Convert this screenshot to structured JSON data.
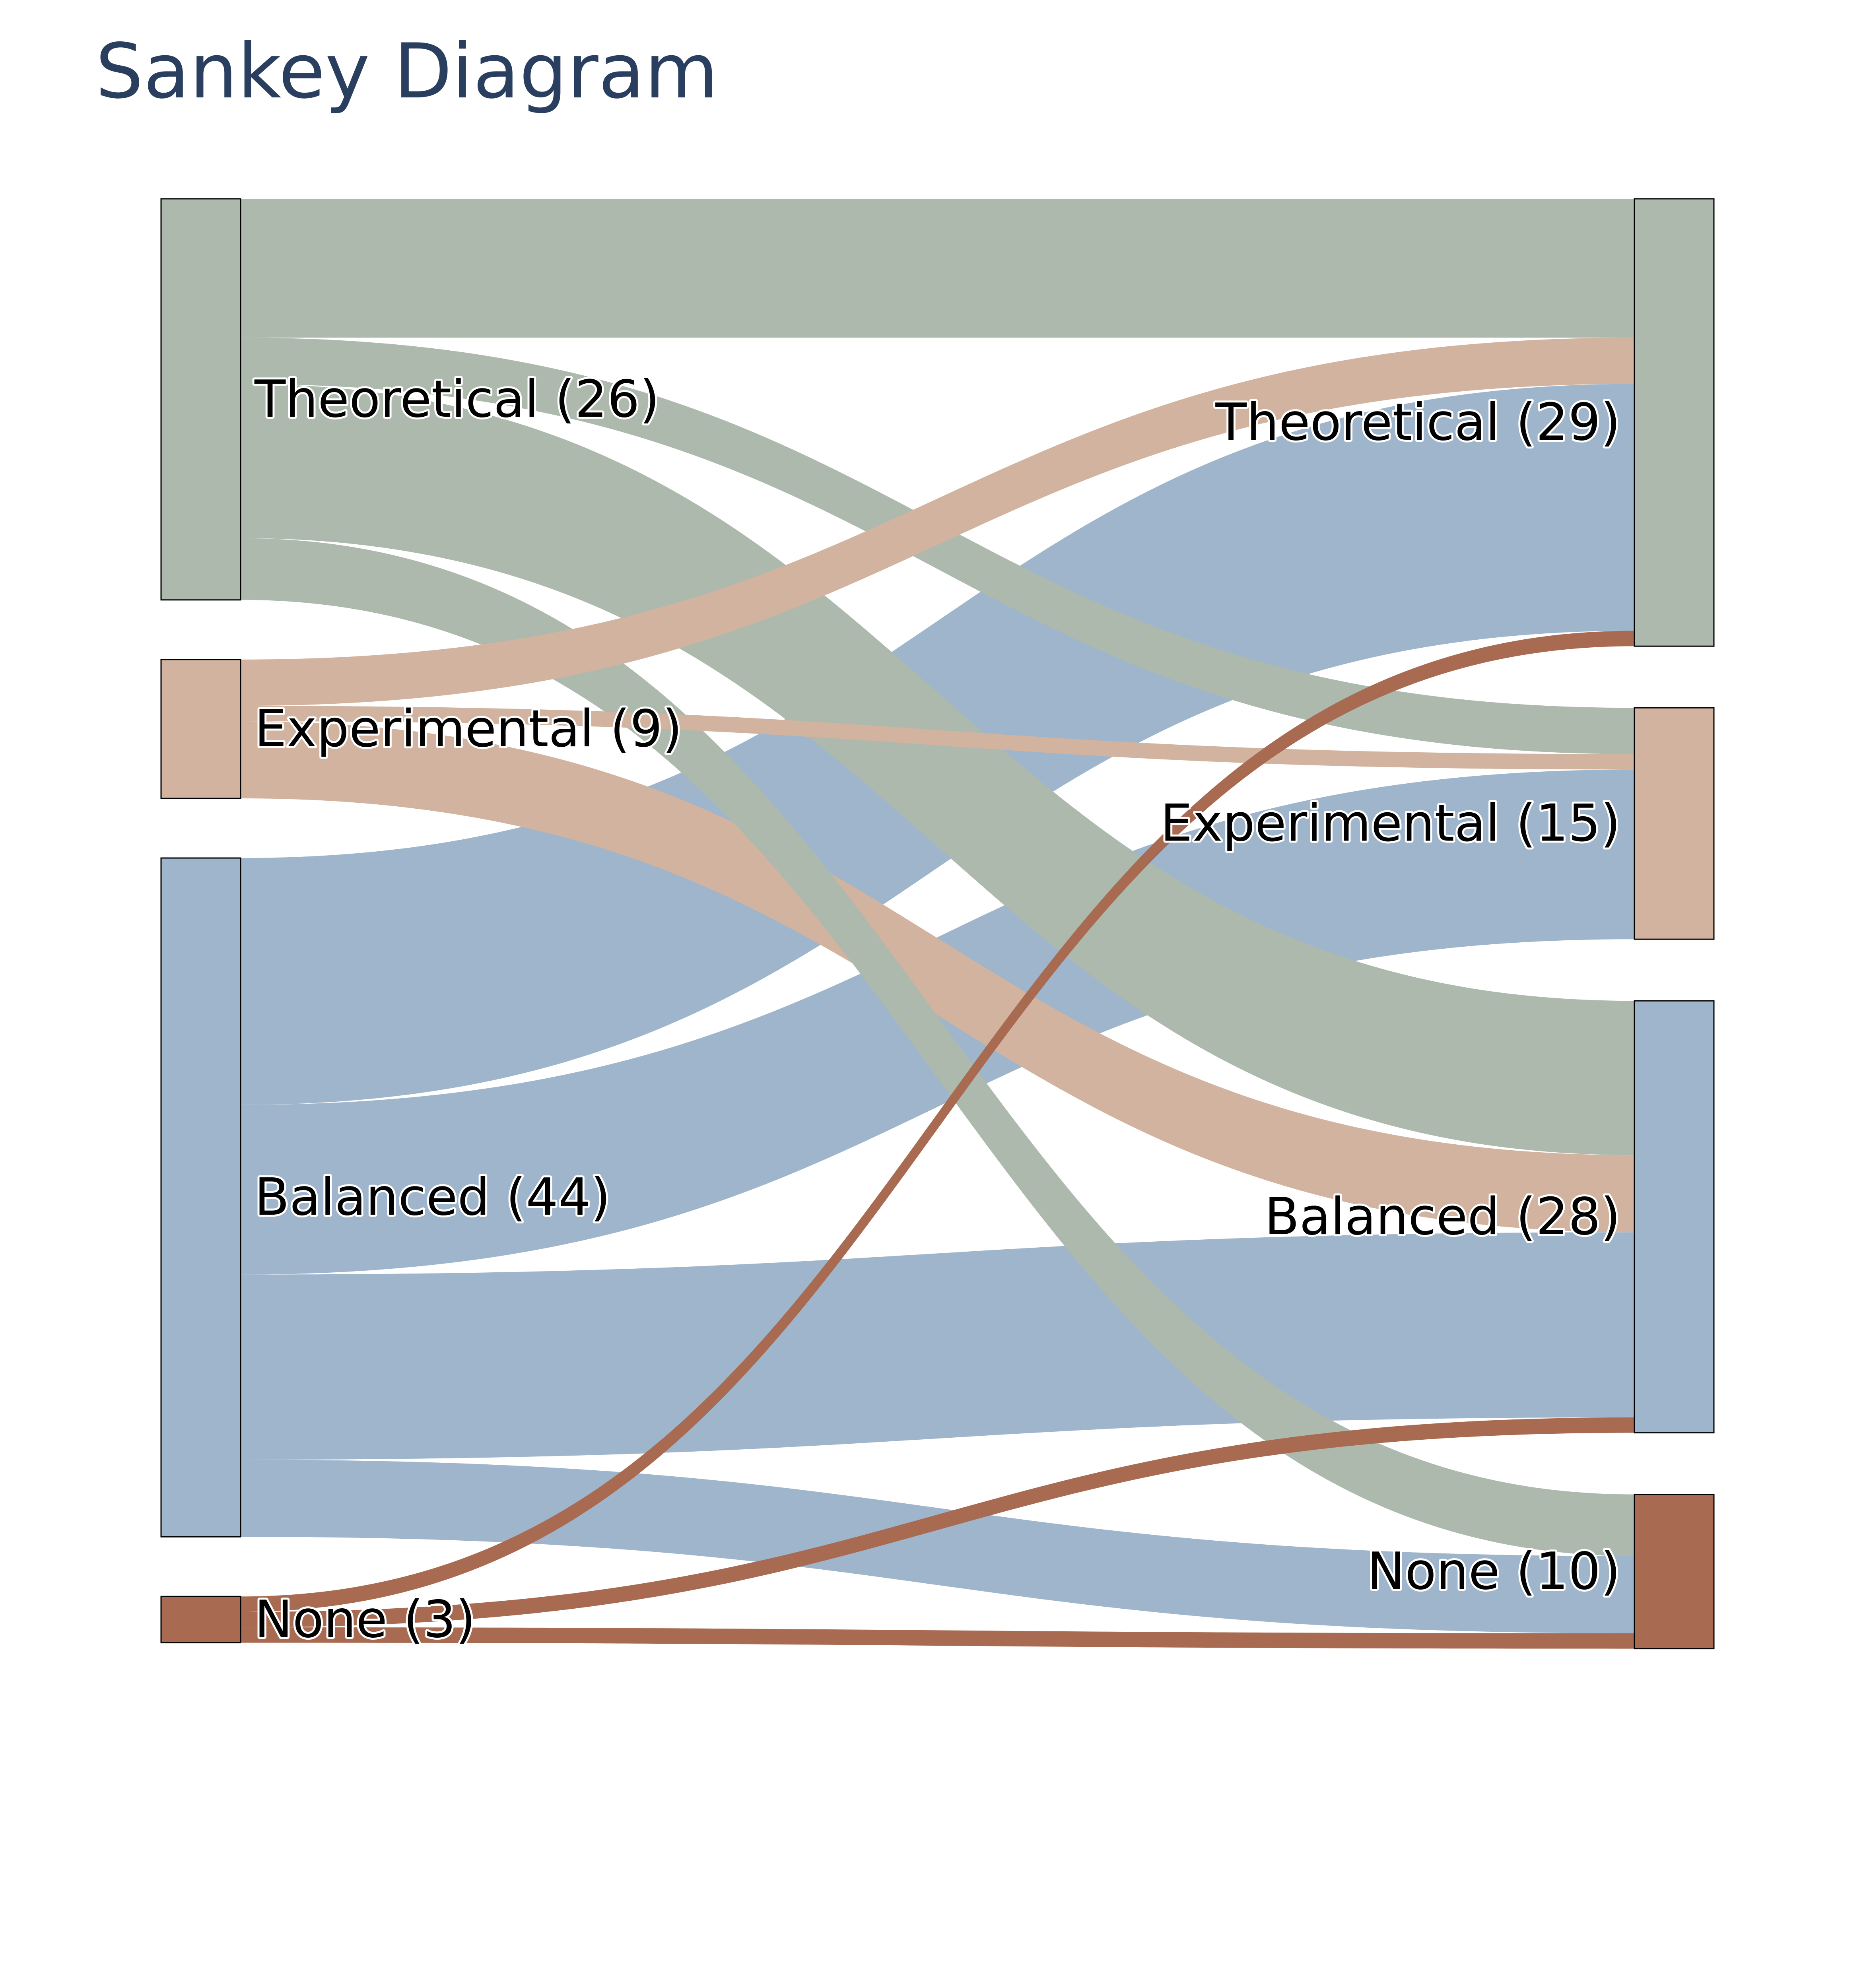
{
  "title": "Sankey Diagram",
  "colors": {
    "Theoretical": "#acb9ac",
    "Experimental": "#d1b39f",
    "Balanced": "#9fb5cb",
    "None": "#a86b51"
  },
  "chart_data": {
    "type": "sankey",
    "title": "Sankey Diagram",
    "nodes": {
      "left": [
        {
          "id": "L_Theoretical",
          "category": "Theoretical",
          "label": "Theoretical (26)",
          "value": 26
        },
        {
          "id": "L_Experimental",
          "category": "Experimental",
          "label": "Experimental (9)",
          "value": 9
        },
        {
          "id": "L_Balanced",
          "category": "Balanced",
          "label": "Balanced (44)",
          "value": 44
        },
        {
          "id": "L_None",
          "category": "None",
          "label": "None (3)",
          "value": 3
        }
      ],
      "right": [
        {
          "id": "R_Theoretical",
          "category": "Theoretical",
          "label": "Theoretical (29)",
          "value": 29
        },
        {
          "id": "R_Experimental",
          "category": "Experimental",
          "label": "Experimental (15)",
          "value": 15
        },
        {
          "id": "R_Balanced",
          "category": "Balanced",
          "label": "Balanced (28)",
          "value": 28
        },
        {
          "id": "R_None",
          "category": "None",
          "label": "None (10)",
          "value": 10
        }
      ]
    },
    "links": [
      {
        "source": "L_Theoretical",
        "target": "R_Theoretical",
        "value": 9
      },
      {
        "source": "L_Theoretical",
        "target": "R_Experimental",
        "value": 3
      },
      {
        "source": "L_Theoretical",
        "target": "R_Balanced",
        "value": 10
      },
      {
        "source": "L_Theoretical",
        "target": "R_None",
        "value": 4
      },
      {
        "source": "L_Experimental",
        "target": "R_Theoretical",
        "value": 3
      },
      {
        "source": "L_Experimental",
        "target": "R_Experimental",
        "value": 1
      },
      {
        "source": "L_Experimental",
        "target": "R_Balanced",
        "value": 5
      },
      {
        "source": "L_Balanced",
        "target": "R_Theoretical",
        "value": 16
      },
      {
        "source": "L_Balanced",
        "target": "R_Experimental",
        "value": 11
      },
      {
        "source": "L_Balanced",
        "target": "R_Balanced",
        "value": 12
      },
      {
        "source": "L_Balanced",
        "target": "R_None",
        "value": 5
      },
      {
        "source": "L_None",
        "target": "R_Theoretical",
        "value": 1
      },
      {
        "source": "L_None",
        "target": "R_Balanced",
        "value": 1
      },
      {
        "source": "L_None",
        "target": "R_None",
        "value": 1
      }
    ]
  }
}
